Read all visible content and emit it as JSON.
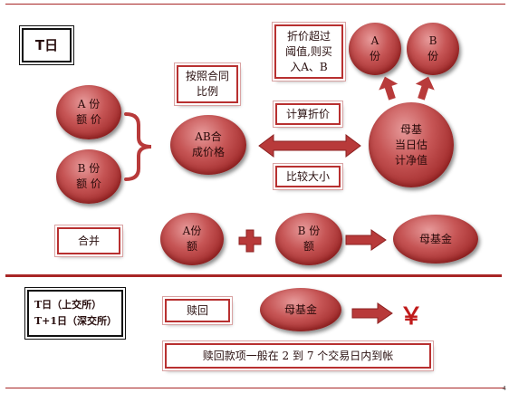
{
  "top_section": {
    "day_label": "T日",
    "share_a": "A 份\n额 价",
    "share_b": "B 份\n额 价",
    "merge_rule": "按照合同\n比例",
    "ab_price": "AB合\n成价格",
    "calc_discount": "计算折价",
    "compare": "比较大小",
    "threshold_buy": "折价超过\n阈值,则买\n入A、B",
    "buy_a": "A\n份",
    "buy_b": "B\n份",
    "parent_nav": "母基\n当日估\n计净值",
    "merge_label": "合并",
    "merge_a": "A份\n额",
    "merge_b": "B 份\n额",
    "merge_result": "母基金"
  },
  "bottom_section": {
    "redeem_days": "T日（上交所）\nT+1日（深交所）",
    "redeem_label": "赎回",
    "parent_fund": "母基金",
    "yen_symbol": "￥",
    "settlement_note": "赎回款项一般在 2 到 7 个交易日内到帐"
  },
  "page_number": "4",
  "colors": {
    "accent": "#a82626",
    "oval": "#c65555",
    "arrow": "#b83a3a"
  }
}
